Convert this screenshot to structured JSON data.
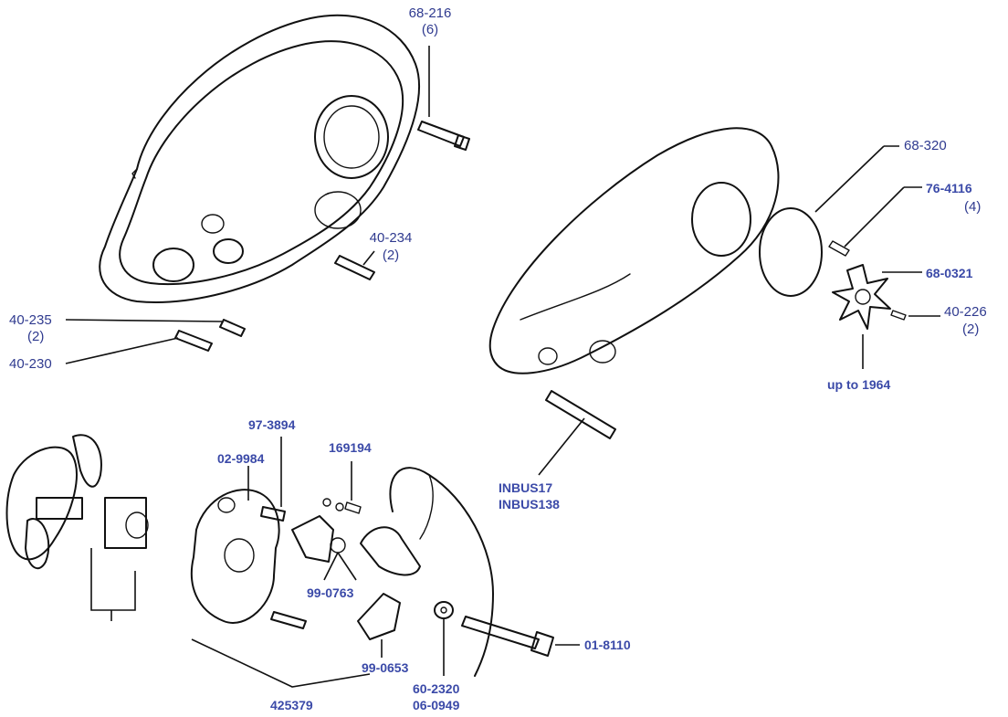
{
  "labels": {
    "l68_216": "68-216",
    "l68_216_qty": "(6)",
    "l40_234": "40-234",
    "l40_234_qty": "(2)",
    "l40_235": "40-235",
    "l40_235_qty": "(2)",
    "l40_230": "40-230",
    "l68_320": "68-320",
    "l76_4116": "76-4116",
    "l76_4116_qty": "(4)",
    "l68_0321": "68-0321",
    "l40_226": "40-226",
    "l40_226_qty": "(2)",
    "up_to_1964": "up to 1964",
    "inbus17": "INBUS17",
    "inbus138": "INBUS138",
    "l97_3894": "97-3894",
    "l02_9984": "02-9984",
    "l169194": "169194",
    "l99_0763": "99-0763",
    "l99_0653": "99-0653",
    "l01_8110": "01-8110",
    "l60_2320": "60-2320",
    "l06_0949": "06-0949",
    "l425379": "425379"
  },
  "colors": {
    "label_text": "#2f3a8f",
    "line_art": "#111111",
    "background": "#ffffff"
  }
}
